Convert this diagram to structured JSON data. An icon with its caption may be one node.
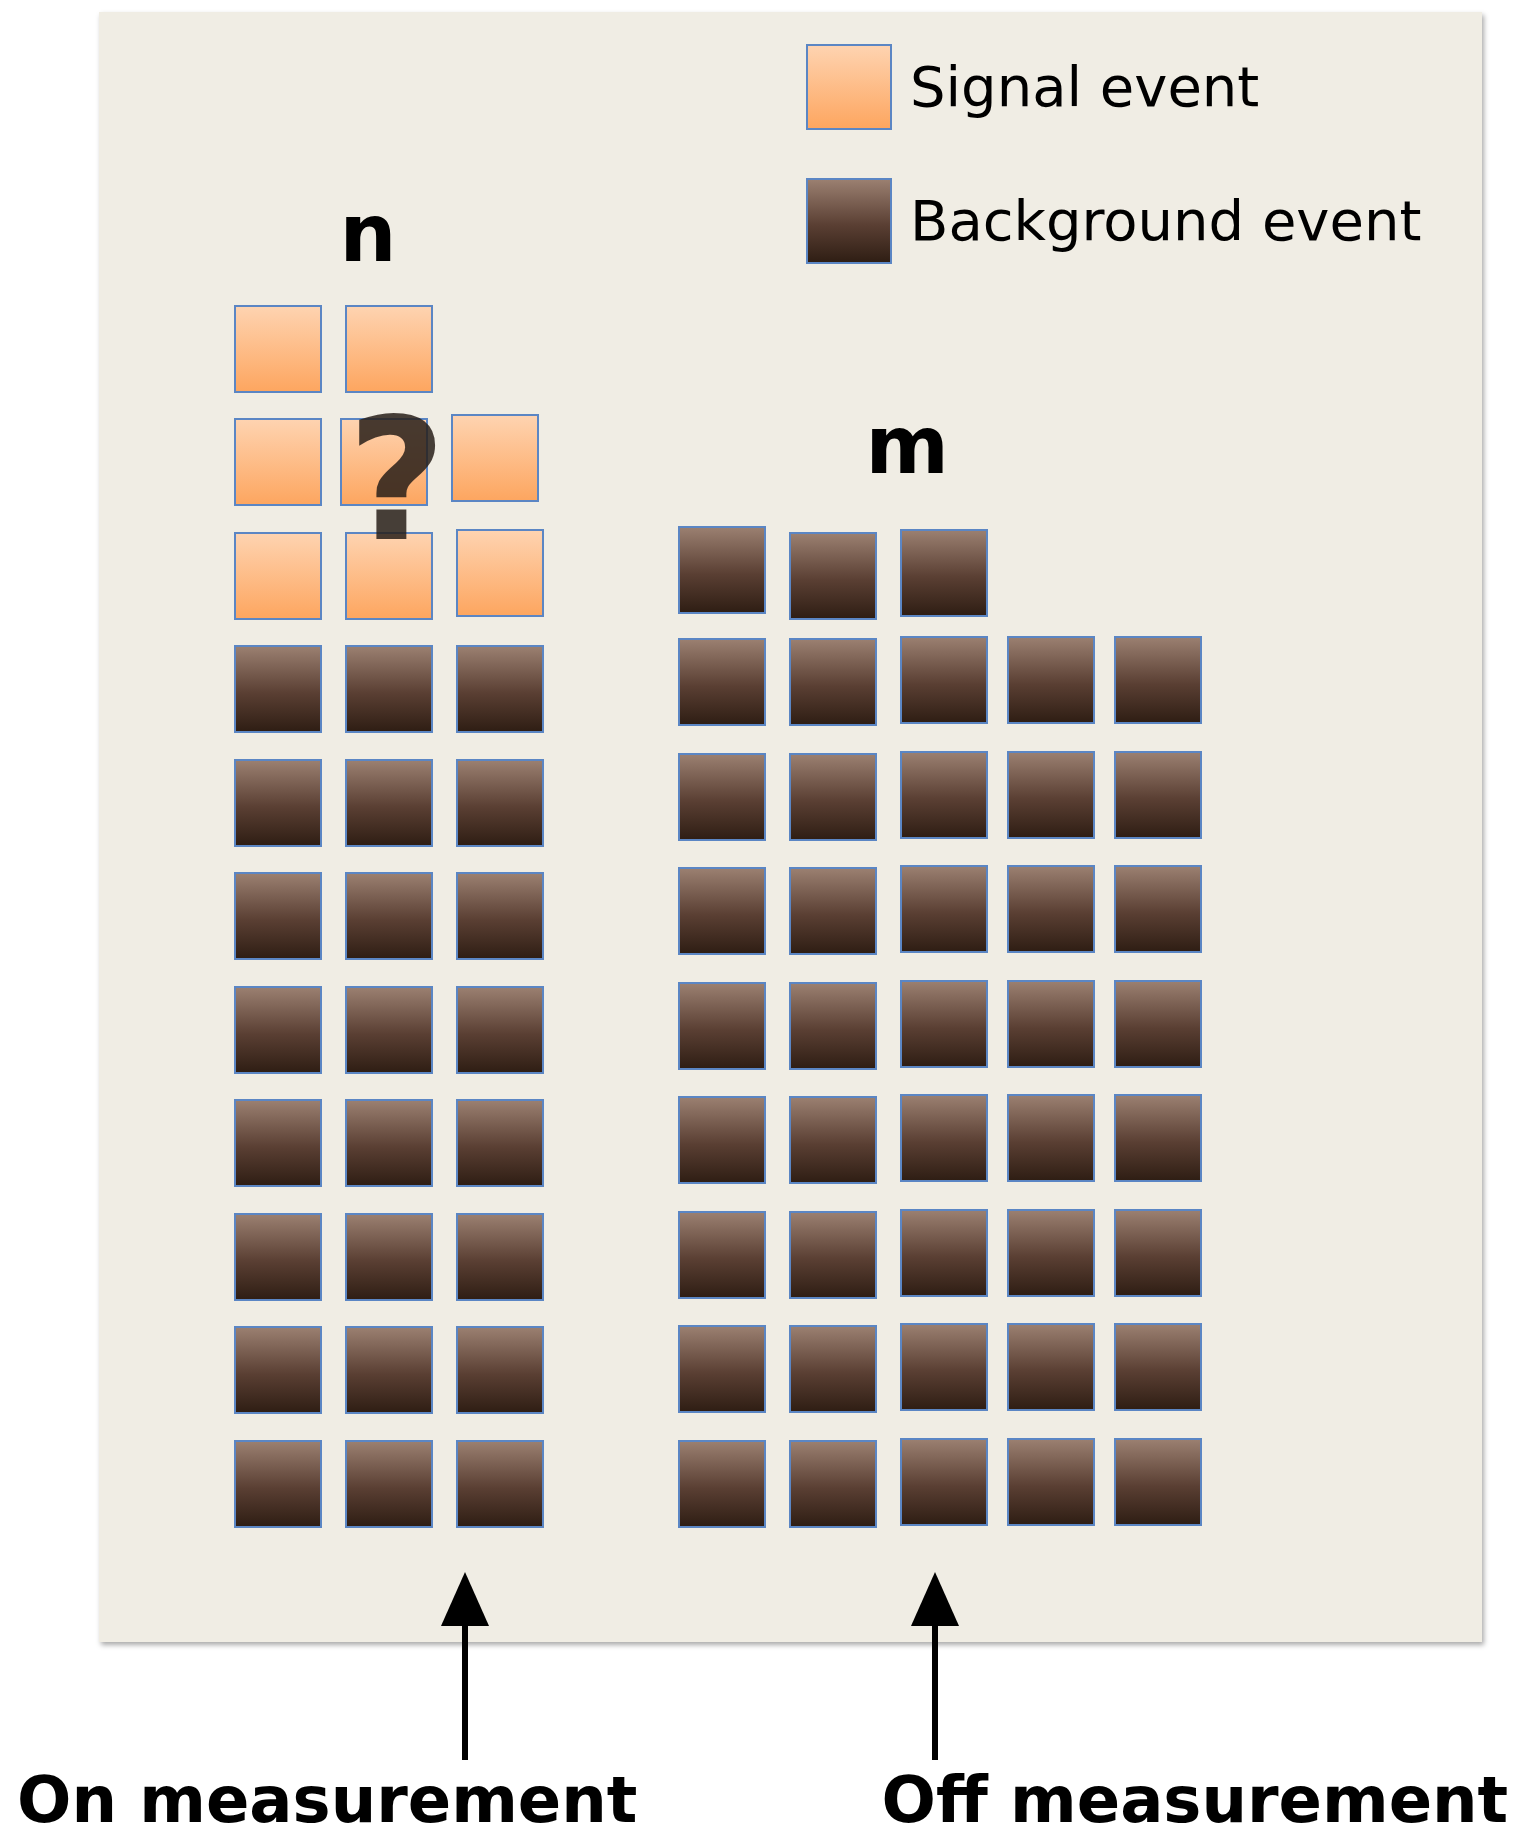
{
  "diagram": {
    "nodes": [
      {
        "text": [
          "On measurement"
        ]
      },
      {
        "text": [
          "Off measurement"
        ]
      }
    ],
    "edges": [
      {
        "from": 0,
        "to": null,
        "arrow": "to"
      },
      {
        "from": 1,
        "to": null,
        "arrow": "to"
      }
    ],
    "labels": [
      "n",
      "?",
      "m"
    ],
    "legend": [
      {
        "text": "Signal event",
        "color": "#fda660"
      },
      {
        "text": "Background event",
        "color": "#5a3f33"
      }
    ]
  }
}
